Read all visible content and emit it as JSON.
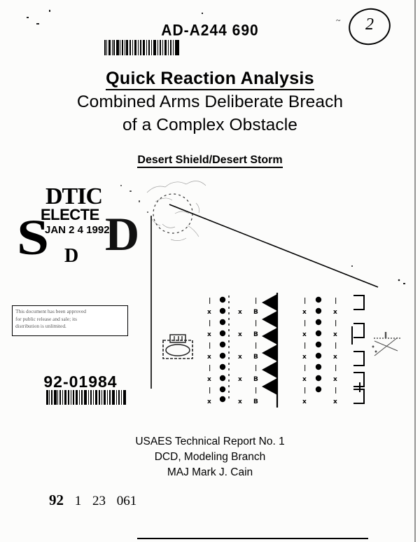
{
  "document": {
    "accession_number": "AD-A244 690",
    "title_line1": "Quick Reaction Analysis",
    "title_line2": "Combined Arms Deliberate Breach",
    "title_line3": "of a Complex Obstacle",
    "subtitle": "Desert Shield/Desert Storm",
    "report_number": "92-01984"
  },
  "dtic_stamp": {
    "s_letter": "S",
    "agency": "DTIC",
    "status": "ELECTE",
    "date": "JAN 2 4 1992",
    "d_letter_large": "D",
    "d_letter_small": "D"
  },
  "distribution_statement": {
    "line1": "This document has been approved",
    "line2": "for public release and sale; its",
    "line3": "distribution is unlimited."
  },
  "author_block": {
    "line1": "USAES Technical Report No. 1",
    "line2": "DCD, Modeling Branch",
    "line3": "MAJ Mark J. Cain"
  },
  "control_numbers": {
    "year": "92",
    "month": "1",
    "day": "23",
    "sequence": "061"
  },
  "annotation": {
    "circled_value": "2"
  },
  "diagram": {
    "description": "Combined arms deliberate breach obstacle overlay",
    "wire_marker": "X",
    "bunker_marker": "B",
    "rows": 8,
    "sawtooth_teeth": 6,
    "bracket_count": 4
  },
  "colors": {
    "ink": "#000000",
    "paper": "#fcfcfb",
    "faded_ink": "#4a4a4a"
  }
}
